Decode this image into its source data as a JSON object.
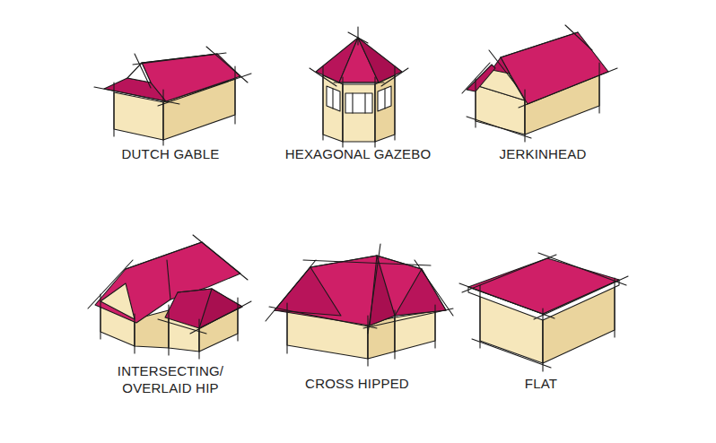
{
  "diagram": {
    "labels": [
      "DUTCH GABLE",
      "HEXAGONAL GAZEBO",
      "JERKINHEAD",
      "INTERSECTING/ OVERLAID HIP",
      "CROSS HIPPED",
      "FLAT"
    ]
  }
}
